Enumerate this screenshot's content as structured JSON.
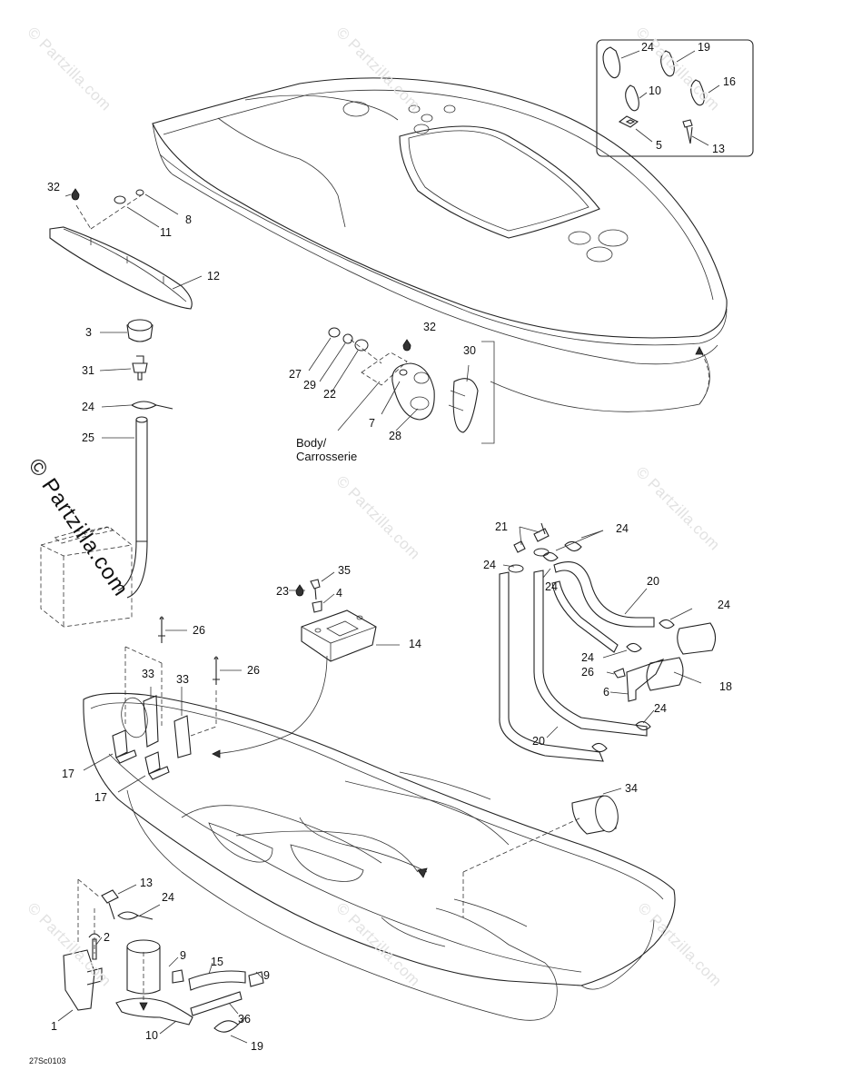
{
  "watermark": "© Partzilla.com",
  "watermark_main": "© Partzilla.com",
  "diagram_code": "27Sc0103",
  "body_label": "Body/\nCarrosserie",
  "callouts": {
    "c24_top": "24",
    "c19_top": "19",
    "c16_top": "16",
    "c10_top": "10",
    "c5_top": "5",
    "c13_top": "13",
    "c32_left": "32",
    "c8": "8",
    "c11": "11",
    "c12": "12",
    "c3": "3",
    "c31": "31",
    "c24_left": "24",
    "c25": "25",
    "c32_mid": "32",
    "c30": "30",
    "c27": "27",
    "c29": "29",
    "c22": "22",
    "c7": "7",
    "c28": "28",
    "c21": "21",
    "c24_r1": "24",
    "c24_r2": "24",
    "c24_r3": "24",
    "c20_top": "20",
    "c24_r4": "24",
    "c24_r5": "24",
    "c26_r": "26",
    "c6": "6",
    "c18": "18",
    "c24_r6": "24",
    "c20_bot": "20",
    "c35": "35",
    "c23": "23",
    "c4": "4",
    "c14": "14",
    "c26_a": "26",
    "c33_a": "33",
    "c33_b": "33",
    "c26_b": "26",
    "c17_a": "17",
    "c17_b": "17",
    "c34": "34",
    "c13_bot": "13",
    "c24_bot": "24",
    "c2": "2",
    "c9_a": "9",
    "c15": "15",
    "c9_b": "9",
    "c1": "1",
    "c10_bot": "10",
    "c36": "36",
    "c19_bot": "19"
  }
}
